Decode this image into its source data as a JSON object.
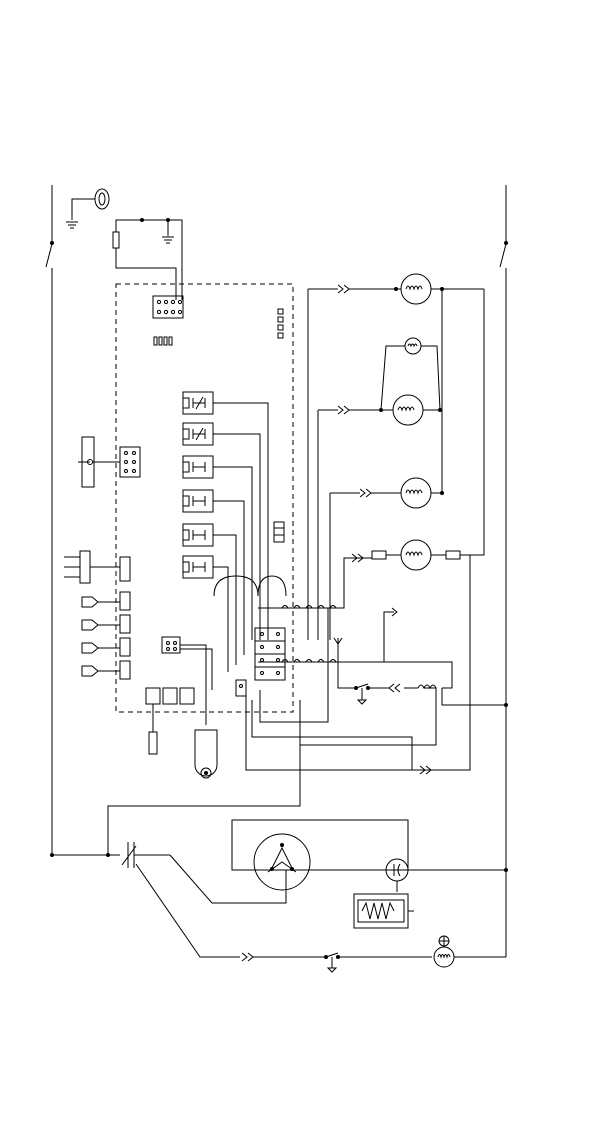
{
  "diagram": {
    "kind": "electrical wiring schematic",
    "line_color": "#000000",
    "background_color": "#ffffff",
    "has_text_labels": false,
    "symbols": [
      "ground-symbol",
      "switch-symbol",
      "motor-symbol",
      "relay-contact-symbol",
      "connector-block-symbol",
      "resistor-symbol",
      "heater-element-symbol",
      "compressor-symbol",
      "capacitor-symbol",
      "arrow-connector-symbol",
      "coil-symbol"
    ]
  }
}
